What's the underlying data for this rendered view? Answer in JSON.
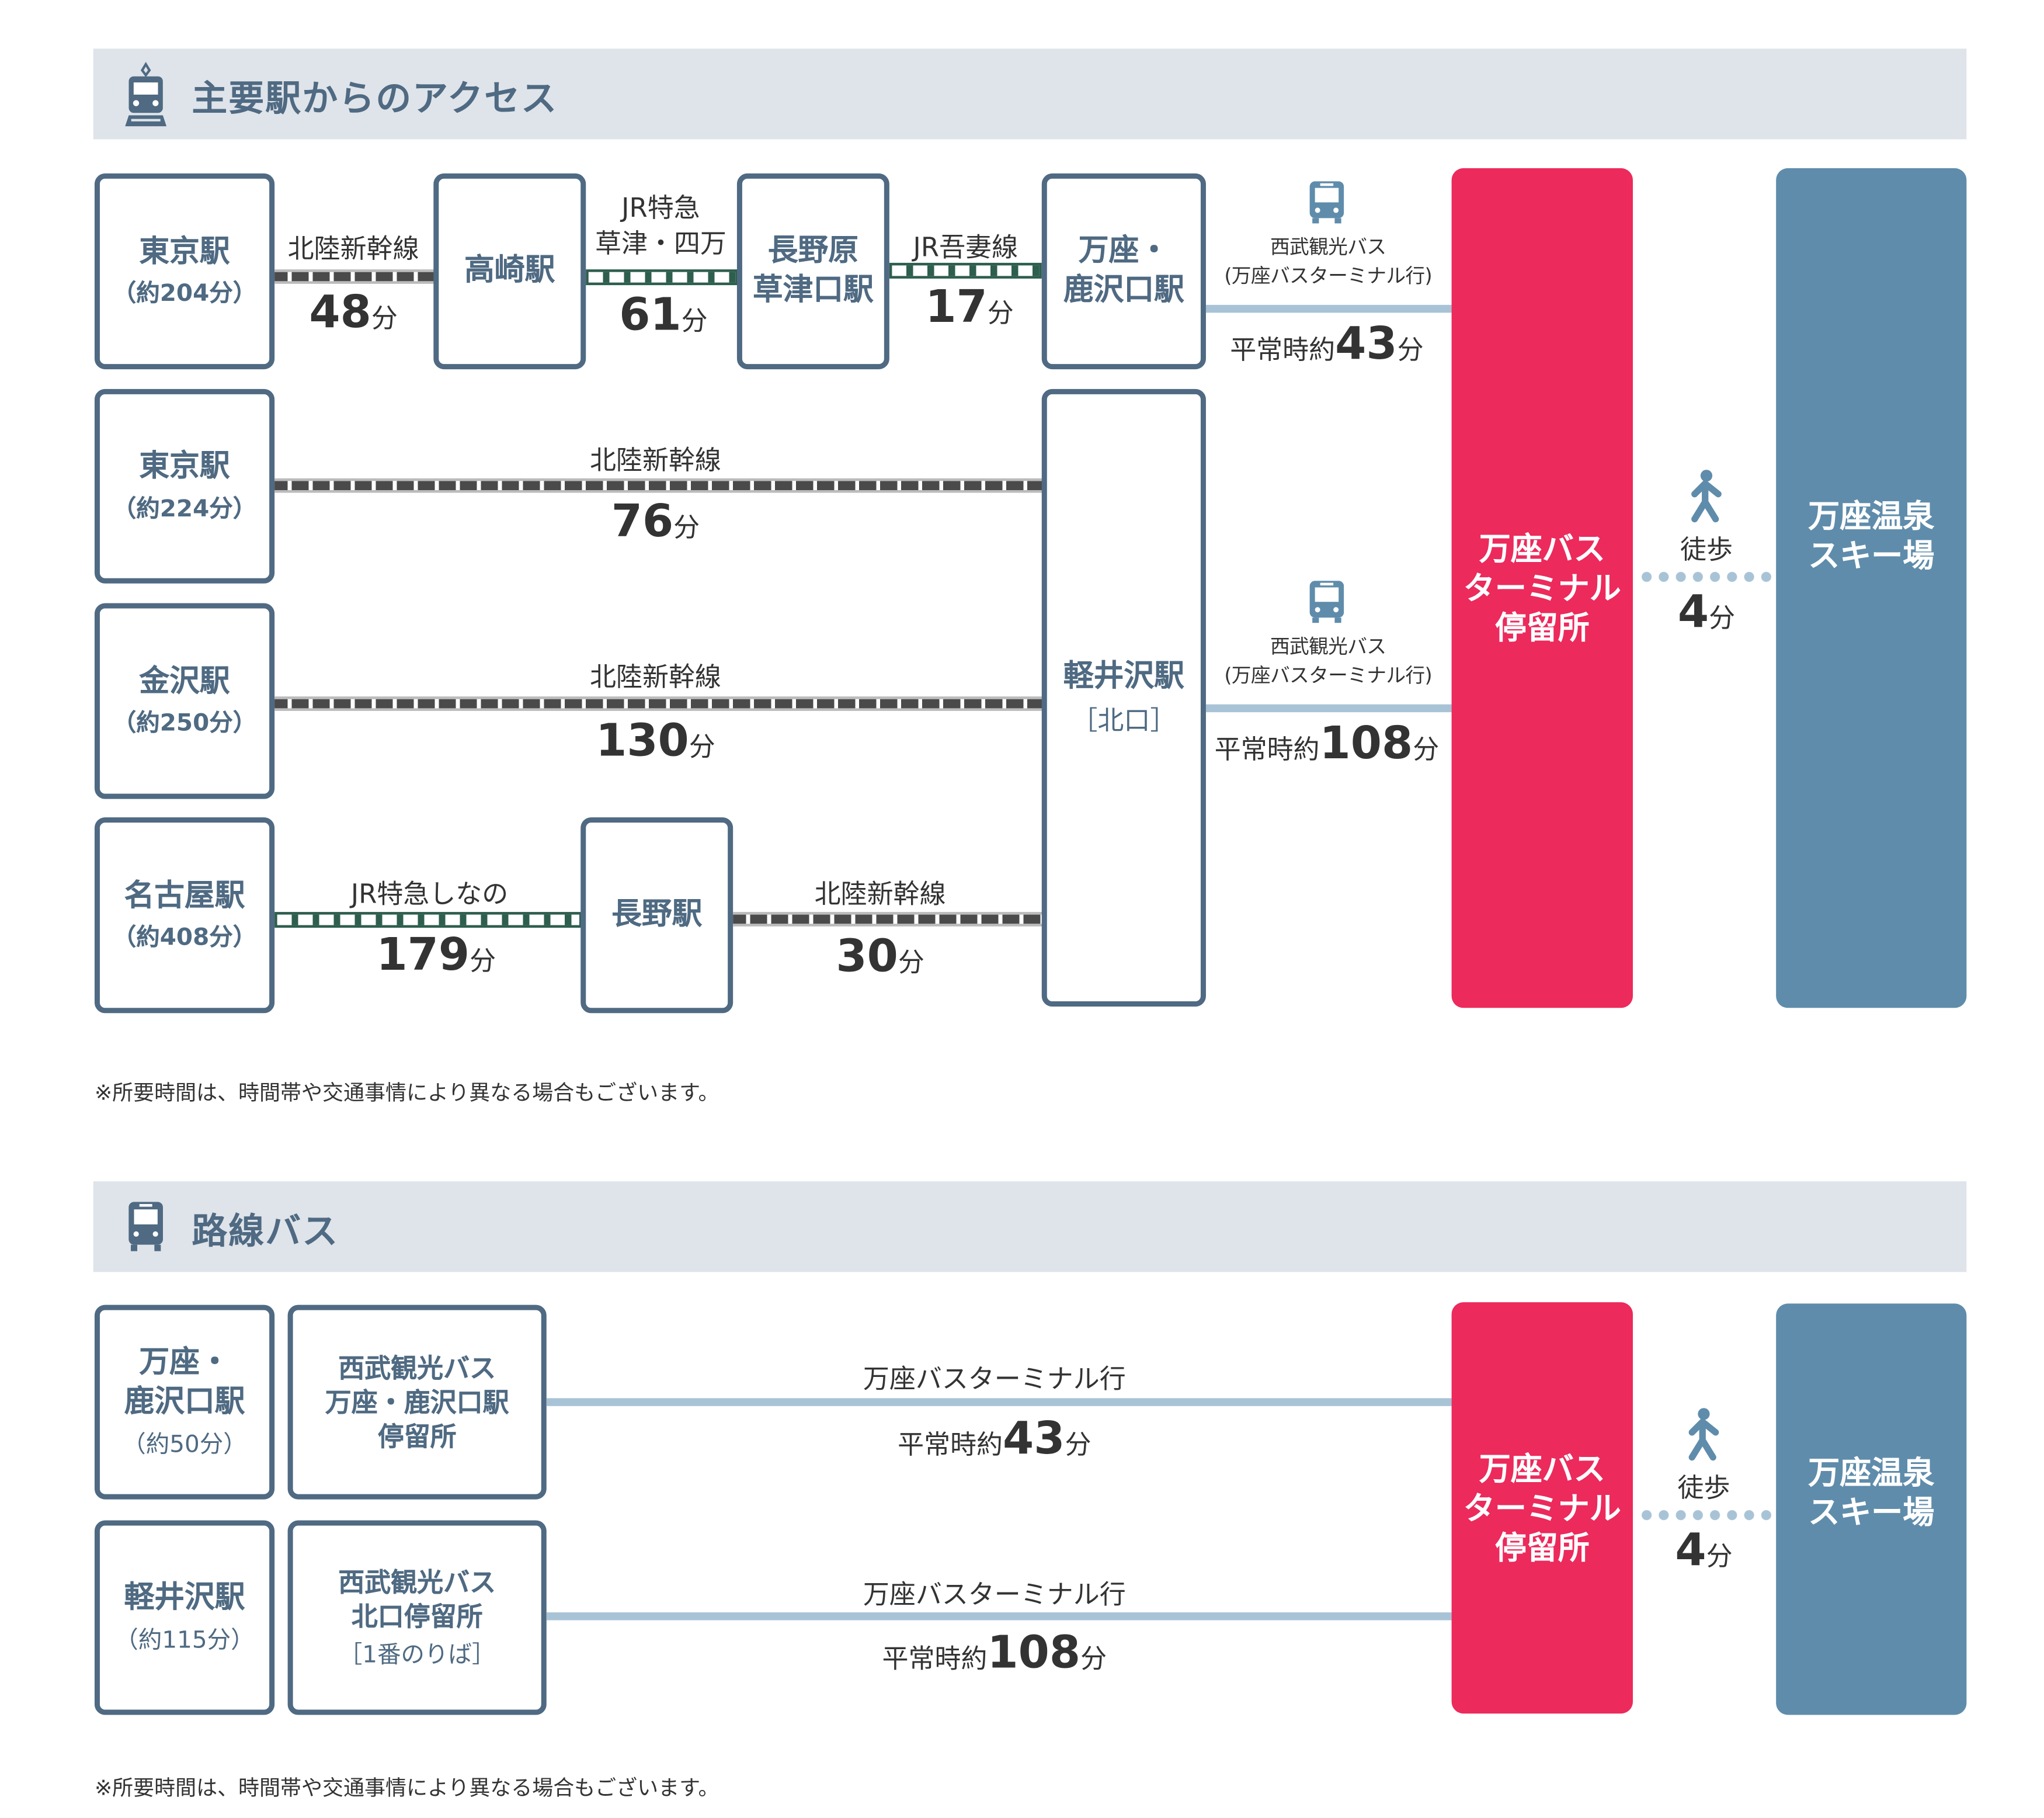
{
  "colors": {
    "header_bg": "#dfe4ea",
    "station_border": "#4f6a82",
    "terminal": "#ec2a5c",
    "ski": "#5f8cab",
    "bus_line": "#a9c3d6",
    "jr_track": "#2e5e4e",
    "shinkansen_track": "#4a4a4a"
  },
  "section1": {
    "title": "主要駅からのアクセス",
    "icon": "train-icon",
    "stations": {
      "tokyo1": {
        "name": "東京駅",
        "sub": "（約204分）"
      },
      "takasaki": {
        "name": "高崎駅"
      },
      "naganohara": {
        "name": "長野原\n草津口駅"
      },
      "manza": {
        "name": "万座・\n鹿沢口駅"
      },
      "tokyo2": {
        "name": "東京駅",
        "sub": "（約224分）"
      },
      "kanazawa": {
        "name": "金沢駅",
        "sub": "（約250分）"
      },
      "nagoya": {
        "name": "名古屋駅",
        "sub": "（約408分）"
      },
      "nagano": {
        "name": "長野駅"
      },
      "karuizawa": {
        "name": "軽井沢駅",
        "sub": "［北口］"
      }
    },
    "legs": [
      {
        "line": "北陸新幹線",
        "time": "48",
        "unit": "分"
      },
      {
        "line": "JR特急\n草津・四万",
        "time": "61",
        "unit": "分"
      },
      {
        "line": "JR吾妻線",
        "time": "17",
        "unit": "分"
      },
      {
        "line": "北陸新幹線",
        "time": "76",
        "unit": "分"
      },
      {
        "line": "北陸新幹線",
        "time": "130",
        "unit": "分"
      },
      {
        "line": "JR特急しなの",
        "time": "179",
        "unit": "分"
      },
      {
        "line": "北陸新幹線",
        "time": "30",
        "unit": "分"
      }
    ],
    "bus": [
      {
        "line": "西武観光バス\n(万座バスターミナル行)",
        "prefix": "平常時約",
        "time": "43",
        "unit": "分",
        "icon": "bus-icon"
      },
      {
        "line": "西武観光バス\n(万座バスターミナル行)",
        "prefix": "平常時約",
        "time": "108",
        "unit": "分",
        "icon": "bus-icon"
      }
    ],
    "terminal": "万座バス\nターミナル\n停留所",
    "walk": {
      "label": "徒歩",
      "time": "4",
      "unit": "分",
      "icon": "walking-person-icon"
    },
    "ski": "万座温泉\nスキー場",
    "note": "※所要時間は、時間帯や交通事情により異なる場合もございます。"
  },
  "section2": {
    "title": "路線バス",
    "icon": "bus-icon",
    "rows": [
      {
        "station": "万座・\n鹿沢口駅",
        "sub": "（約50分）",
        "stop": "西武観光バス\n万座・鹿沢口駅\n停留所",
        "dest": "万座バスターミナル行",
        "prefix": "平常時約",
        "time": "43",
        "unit": "分"
      },
      {
        "station": "軽井沢駅",
        "sub": "（約115分）",
        "stop": "西武観光バス\n北口停留所",
        "stop_sub": "［1番のりば］",
        "dest": "万座バスターミナル行",
        "prefix": "平常時約",
        "time": "108",
        "unit": "分"
      }
    ],
    "terminal": "万座バス\nターミナル\n停留所",
    "walk": {
      "label": "徒歩",
      "time": "4",
      "unit": "分",
      "icon": "walking-person-icon"
    },
    "ski": "万座温泉\nスキー場",
    "note": "※所要時間は、時間帯や交通事情により異なる場合もございます。"
  }
}
